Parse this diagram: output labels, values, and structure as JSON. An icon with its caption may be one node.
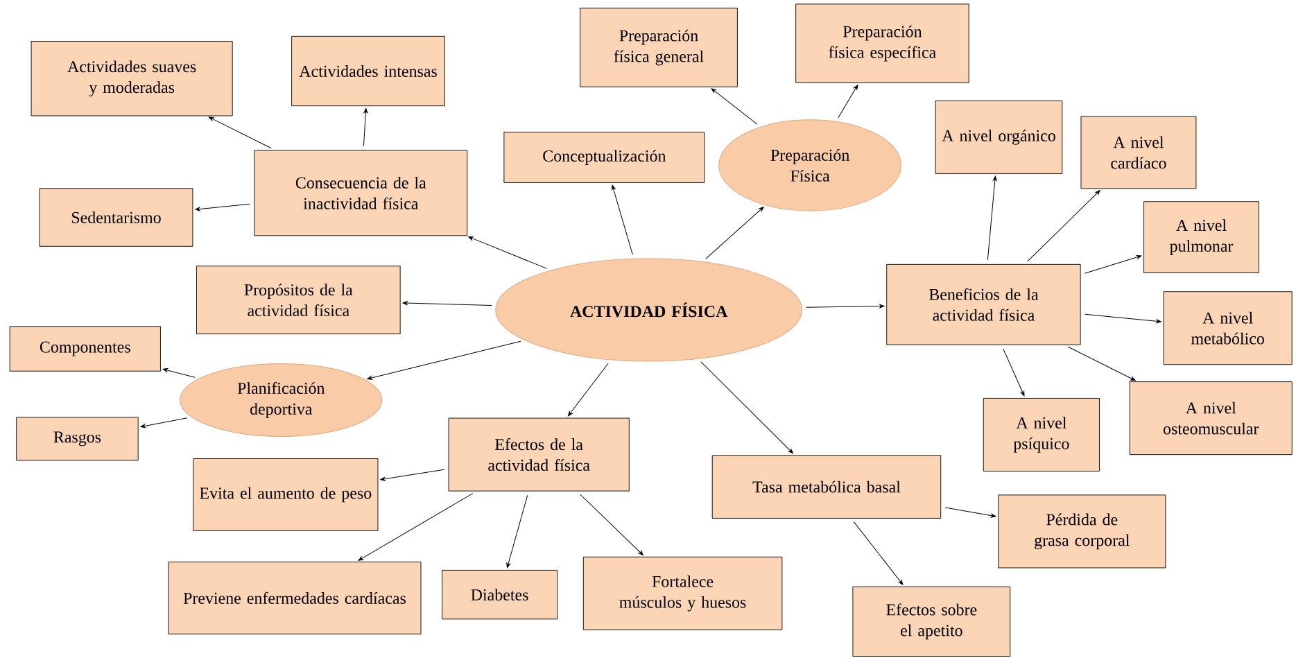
{
  "diagram": {
    "nodes": [
      {
        "text": [
          "ACTIVIDAD FÍSICA"
        ]
      },
      {
        "text": [
          "Consecuencia de la inactividad física"
        ]
      },
      {
        "text": [
          "Actividades suaves y moderadas"
        ]
      },
      {
        "text": [
          "Actividades intensas"
        ]
      },
      {
        "text": [
          "Sedentarismo"
        ]
      },
      {
        "text": [
          "Conceptualización"
        ]
      },
      {
        "text": [
          "Preparación Física"
        ]
      },
      {
        "text": [
          "Preparación física general"
        ]
      },
      {
        "text": [
          "Preparación física específica"
        ]
      },
      {
        "text": [
          "Propósitos de la actividad física"
        ]
      },
      {
        "text": [
          "Planificación deportiva"
        ]
      },
      {
        "text": [
          "Componentes"
        ]
      },
      {
        "text": [
          "Rasgos"
        ]
      },
      {
        "text": [
          "Beneficios de la actividad física"
        ]
      },
      {
        "text": [
          "A nivel orgánico"
        ]
      },
      {
        "text": [
          "A nivel cardíaco"
        ]
      },
      {
        "text": [
          "A nivel pulmonar"
        ]
      },
      {
        "text": [
          "A nivel metabólico"
        ]
      },
      {
        "text": [
          "A nivel osteomuscular"
        ]
      },
      {
        "text": [
          "A nivel psíquico"
        ]
      },
      {
        "text": [
          "Efectos de la actividad física"
        ]
      },
      {
        "text": [
          "Evita el aumento de peso"
        ]
      },
      {
        "text": [
          "Previene enfermedades cardíacas"
        ]
      },
      {
        "text": [
          "Diabetes"
        ]
      },
      {
        "text": [
          "Fortalece músculos y huesos"
        ]
      },
      {
        "text": [
          "Tasa metabólica basal"
        ]
      },
      {
        "text": [
          "Pérdida de grasa corporal"
        ]
      },
      {
        "text": [
          "Efectos sobre el apetito"
        ]
      }
    ],
    "edges": [
      {
        "from": 0,
        "to": 1,
        "arrow": "to"
      },
      {
        "from": 0,
        "to": 5,
        "arrow": "to"
      },
      {
        "from": 0,
        "to": 6,
        "arrow": "to"
      },
      {
        "from": 0,
        "to": 9,
        "arrow": "to"
      },
      {
        "from": 0,
        "to": 10,
        "arrow": "to"
      },
      {
        "from": 0,
        "to": 13,
        "arrow": "to"
      },
      {
        "from": 0,
        "to": 20,
        "arrow": "to"
      },
      {
        "from": 0,
        "to": 25,
        "arrow": "to"
      },
      {
        "from": 1,
        "to": 2,
        "arrow": "to"
      },
      {
        "from": 1,
        "to": 3,
        "arrow": "to"
      },
      {
        "from": 1,
        "to": 4,
        "arrow": "to"
      },
      {
        "from": 6,
        "to": 7,
        "arrow": "to"
      },
      {
        "from": 6,
        "to": 8,
        "arrow": "to"
      },
      {
        "from": 10,
        "to": 11,
        "arrow": "to"
      },
      {
        "from": 10,
        "to": 12,
        "arrow": "to"
      },
      {
        "from": 13,
        "to": 14,
        "arrow": "to"
      },
      {
        "from": 13,
        "to": 15,
        "arrow": "to"
      },
      {
        "from": 13,
        "to": 16,
        "arrow": "to"
      },
      {
        "from": 13,
        "to": 17,
        "arrow": "to"
      },
      {
        "from": 13,
        "to": 18,
        "arrow": "to"
      },
      {
        "from": 13,
        "to": 19,
        "arrow": "to"
      },
      {
        "from": 20,
        "to": 21,
        "arrow": "to"
      },
      {
        "from": 20,
        "to": 22,
        "arrow": "to"
      },
      {
        "from": 20,
        "to": 23,
        "arrow": "to"
      },
      {
        "from": 20,
        "to": 24,
        "arrow": "to"
      },
      {
        "from": 25,
        "to": 26,
        "arrow": "to"
      },
      {
        "from": 25,
        "to": 27,
        "arrow": "to"
      }
    ]
  }
}
